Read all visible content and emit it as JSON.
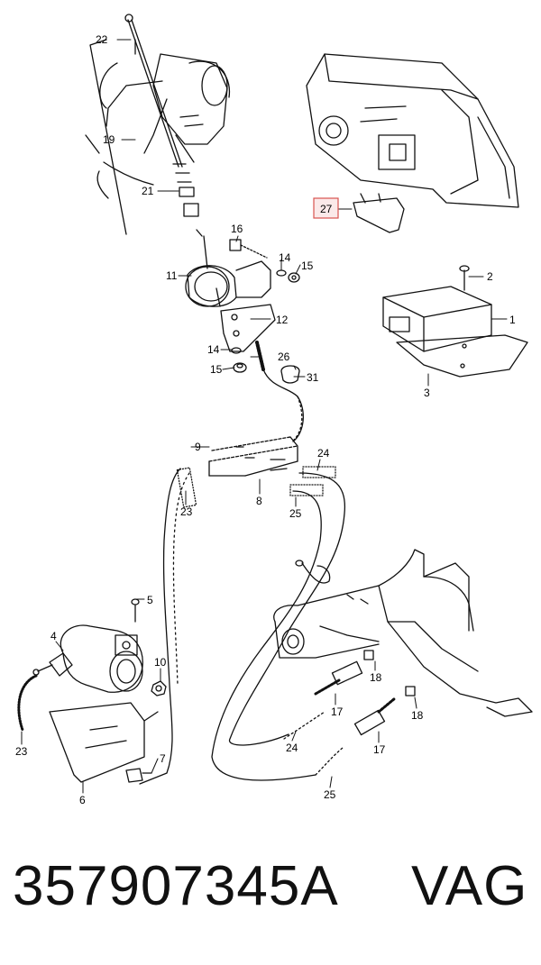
{
  "diagram": {
    "highlight_color": "#d9534f",
    "callouts": {
      "c1": "1",
      "c2": "2",
      "c3": "3",
      "c4": "4",
      "c5": "5",
      "c6": "6",
      "c7": "7",
      "c8": "8",
      "c9": "9",
      "c10": "10",
      "c11": "11",
      "c12": "12",
      "c14a": "14",
      "c14b": "14",
      "c15a": "15",
      "c15b": "15",
      "c16": "16",
      "c17a": "17",
      "c17b": "17",
      "c18a": "18",
      "c18b": "18",
      "c19": "19",
      "c21": "21",
      "c22": "22",
      "c23a": "23",
      "c23b": "23",
      "c24a": "24",
      "c24b": "24",
      "c25a": "25",
      "c25b": "25",
      "c26": "26",
      "c27": "27",
      "c31": "31"
    }
  },
  "footer": {
    "part_number": "357907345A",
    "brand": "VAG"
  }
}
